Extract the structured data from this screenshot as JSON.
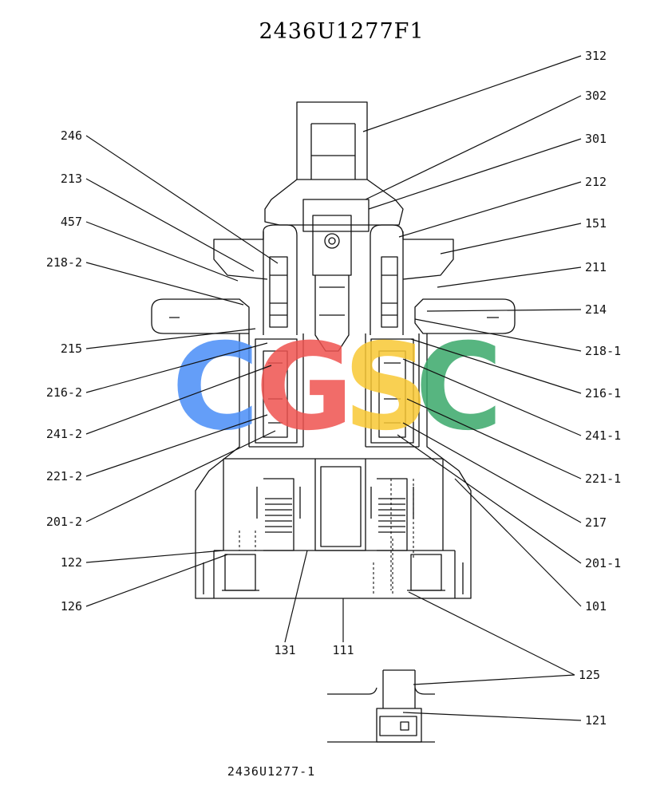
{
  "title": "2436U1277F1",
  "caption": "2436U1277-1",
  "watermark": {
    "letters": [
      "C",
      "G",
      "S",
      "C"
    ],
    "colors": [
      "#4a8ef7",
      "#ef5350",
      "#f9c834",
      "#3aa96b"
    ]
  },
  "callouts_left": [
    "246",
    "213",
    "457",
    "218-2",
    "215",
    "216-2",
    "241-2",
    "221-2",
    "201-2",
    "122",
    "126"
  ],
  "callouts_right": [
    "312",
    "302",
    "301",
    "212",
    "151",
    "211",
    "214",
    "218-1",
    "216-1",
    "241-1",
    "221-1",
    "217",
    "201-1",
    "101",
    "125",
    "121"
  ],
  "callouts_bottom": [
    "131",
    "111"
  ]
}
